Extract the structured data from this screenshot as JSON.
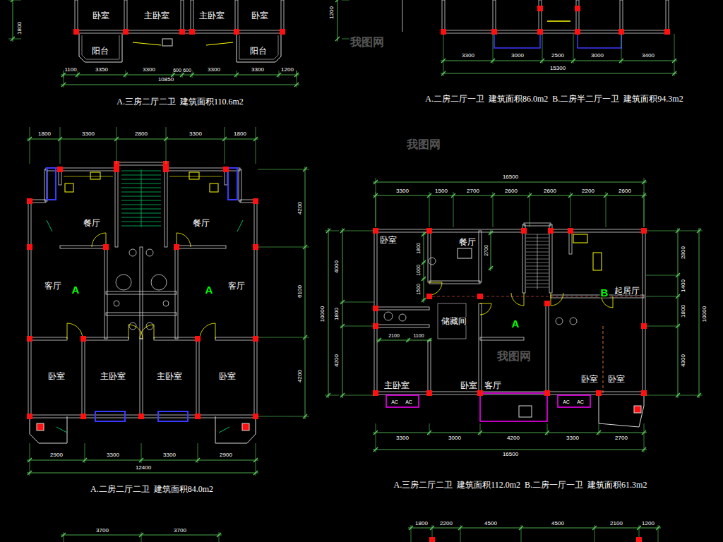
{
  "diagram": {
    "labels": [
      "1800",
      "卧室",
      "主卧室",
      "主卧室",
      "卧室",
      "阳台",
      "阳台",
      "1100",
      "3350",
      "3300",
      "600",
      "600",
      "3300",
      "3300",
      "1200",
      "10850",
      "A.三房二厅二卫  建筑面积110.6m2",
      "1200",
      "3300",
      "3000",
      "2500",
      "3000",
      "3400",
      "15300",
      "A.二房二厅一卫  建筑面积86.0m2  B.二房半二厅一卫  建筑面积94.3m2",
      "1800",
      "3300",
      "2800",
      "3300",
      "1800",
      "餐厅",
      "餐厅",
      "客厅",
      "A",
      "A",
      "客厅",
      "4200",
      "6100",
      "4200",
      "卧室",
      "主卧室",
      "主卧室",
      "卧室",
      "2900",
      "3300",
      "3300",
      "2900",
      "12400",
      "A.二房二厅二卫  建筑面积84.0m2",
      "16500",
      "3300",
      "1500",
      "2700",
      "2600",
      "2600",
      "2200",
      "2600",
      "卧室",
      "1800",
      "餐厅",
      "2700",
      "4000",
      "1000",
      "2800",
      "1500",
      "10000",
      "1800",
      "1400",
      "B",
      "起居厅",
      "10000",
      "1800",
      "储藏间",
      "A",
      "2100",
      "1100",
      "4200",
      "4300",
      "卧室",
      "卧室",
      "主卧室",
      "卧室",
      "客厅",
      "AC",
      "AC",
      "AC",
      "AC",
      "3300",
      "3000",
      "4200",
      "3300",
      "2700",
      "16500",
      "A.三房二厅二卫  建筑面积112.0m2  B.二房一厅一卫  建筑面积61.3m2",
      "1800",
      "2200",
      "4500",
      "4500",
      "2100",
      "1200",
      "3700",
      "3700",
      "我图网",
      "我图网",
      "我图网"
    ]
  }
}
